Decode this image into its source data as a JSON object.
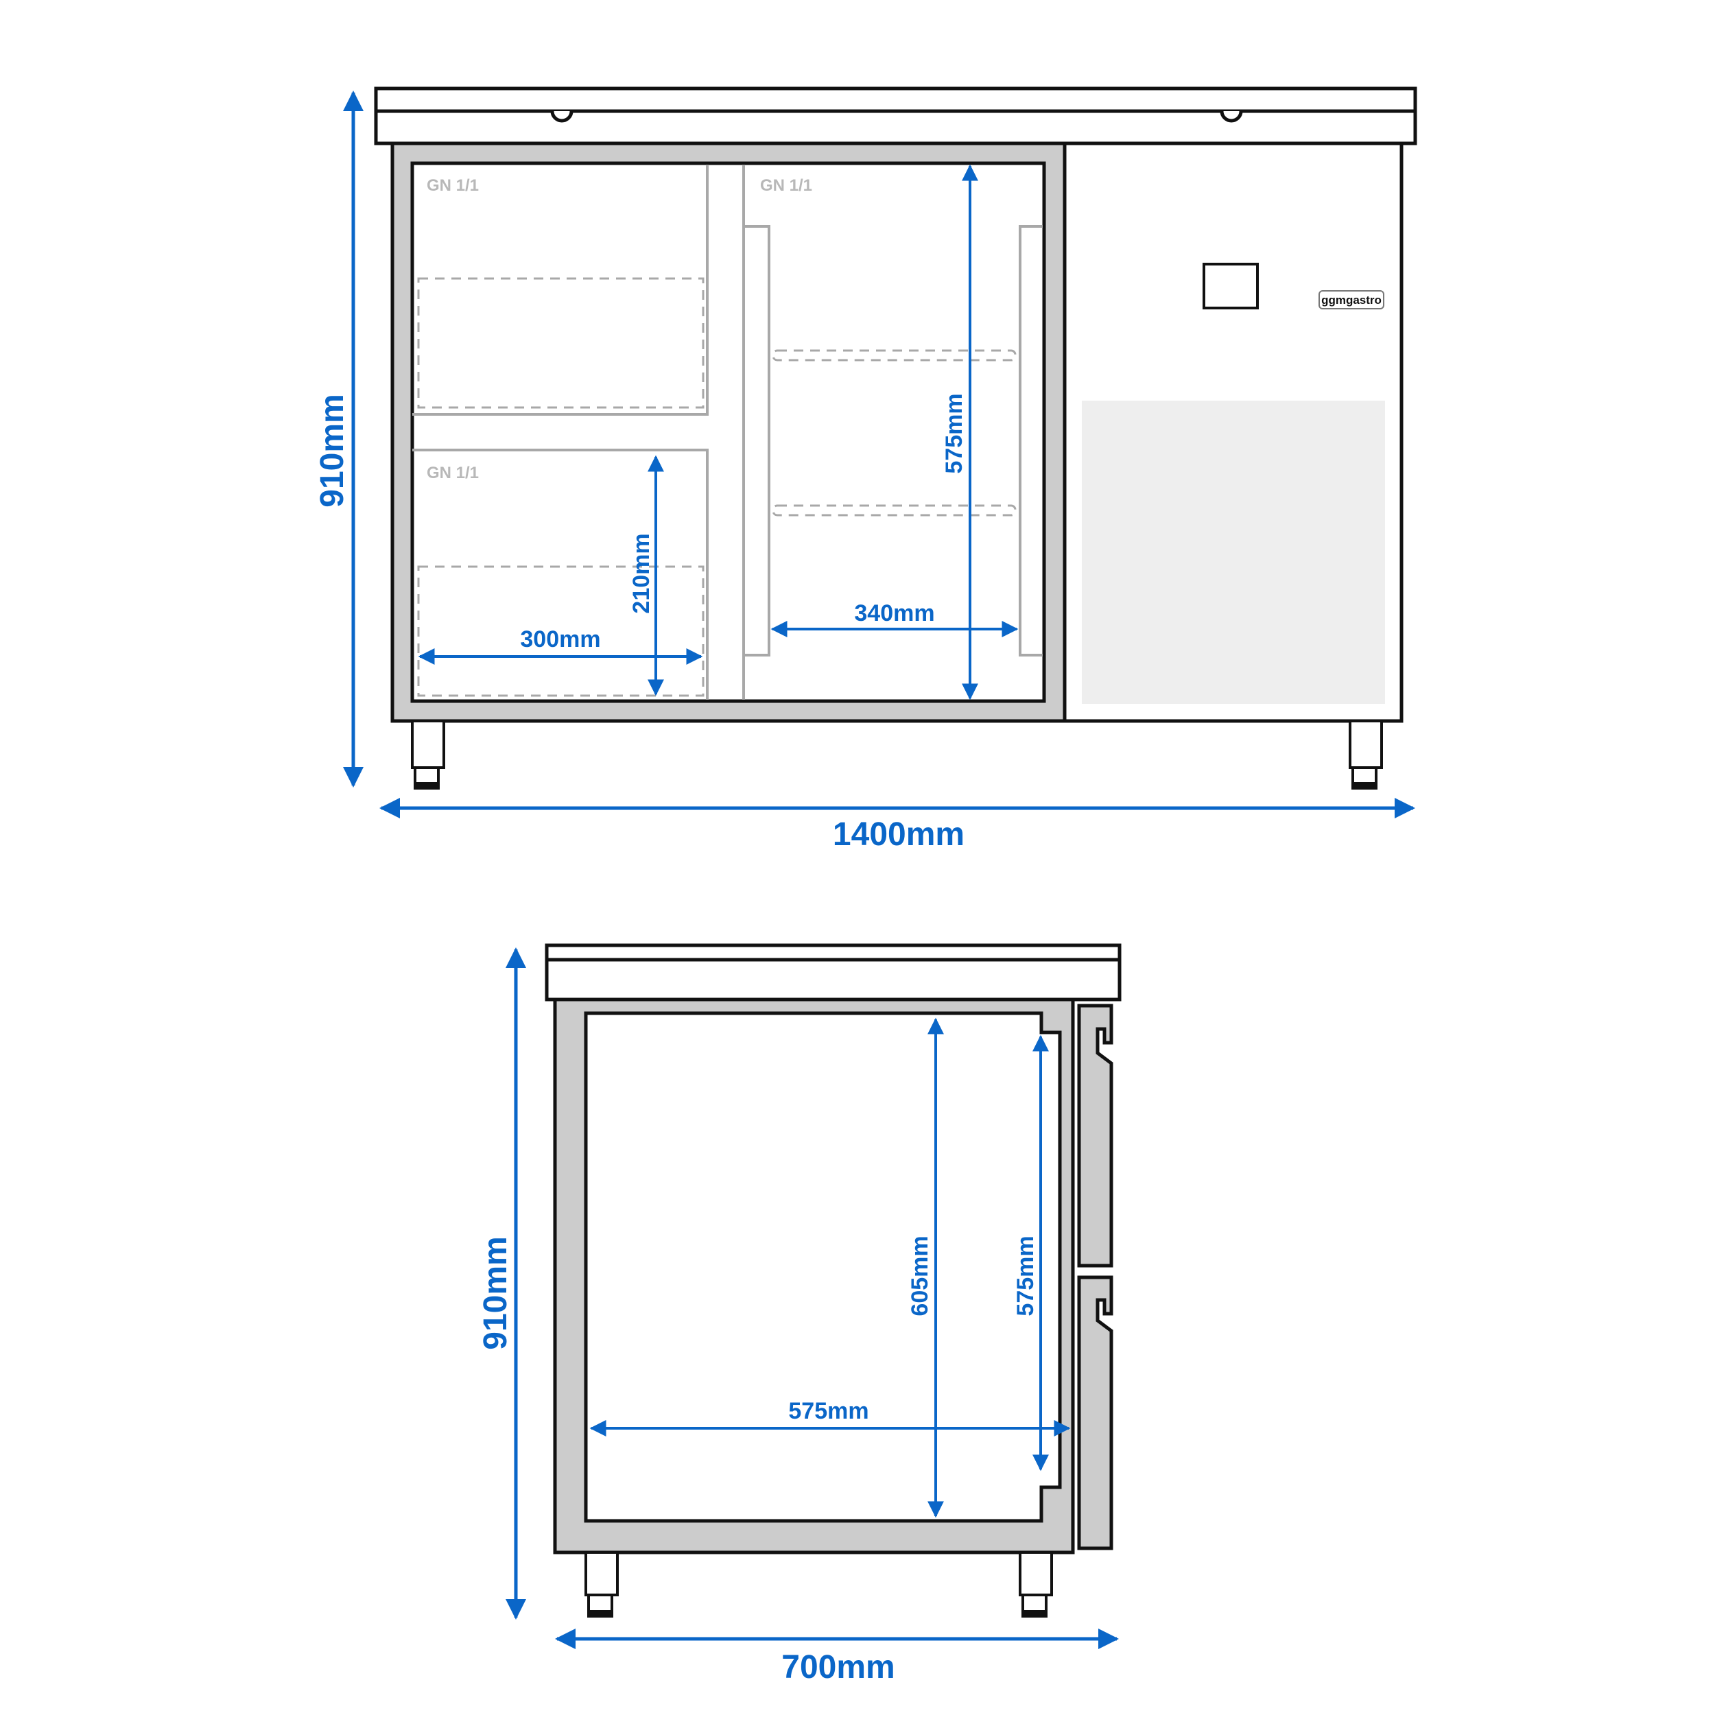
{
  "front_view": {
    "height_label": "910mm",
    "width_label": "1400mm",
    "compartments": [
      {
        "label": "GN 1/1",
        "position": "top-left"
      },
      {
        "label": "GN 1/1",
        "position": "top-right"
      },
      {
        "label": "GN 1/1",
        "position": "bottom-left"
      }
    ],
    "inner_dims": {
      "drawer_width": "300mm",
      "drawer_height": "210mm",
      "door_width": "340mm",
      "door_height": "575mm"
    },
    "brand_label": "ggmgastro"
  },
  "side_view": {
    "height_label": "910mm",
    "depth_label": "700mm",
    "inner_depth": "575mm",
    "inner_height_total": "605mm",
    "inner_height_door": "575mm"
  },
  "colors": {
    "dimension": "#0a66c8",
    "insulation": "#cccccc",
    "outline": "#111111",
    "guide": "#a8a8a8",
    "panel": "#eeeeee"
  }
}
